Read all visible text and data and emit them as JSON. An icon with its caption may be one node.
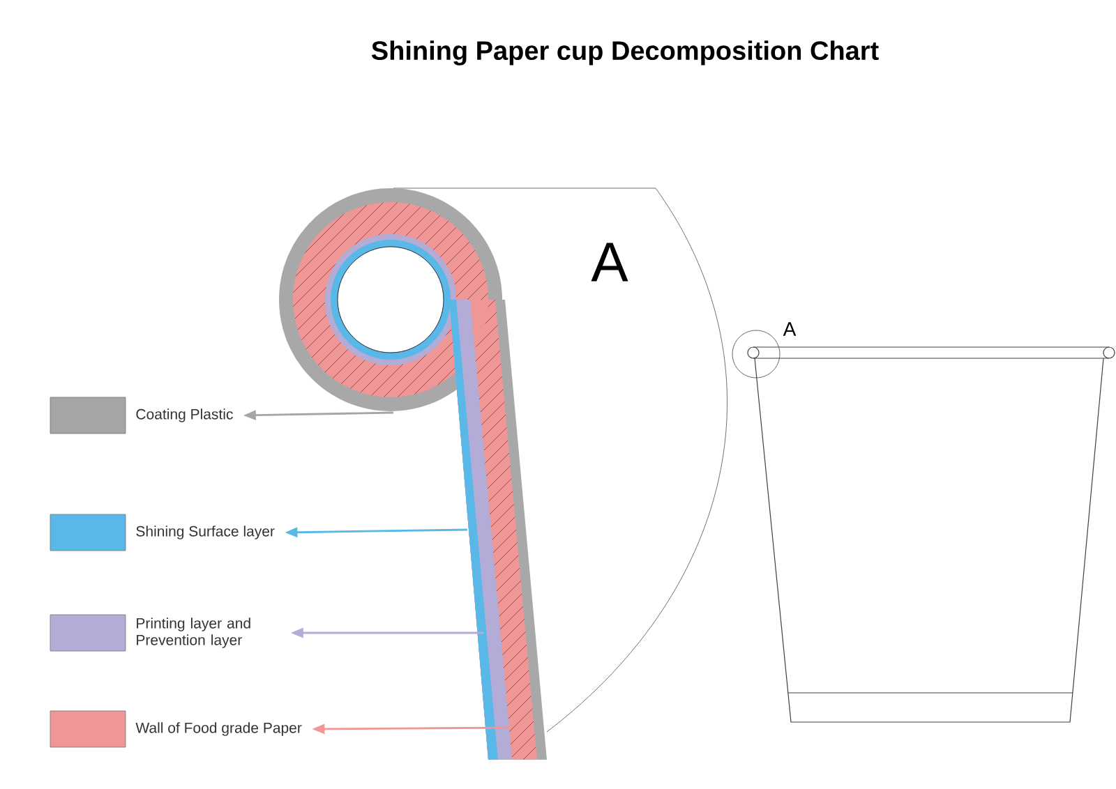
{
  "diagram": {
    "title": "Shining Paper cup Decomposition Chart",
    "nodes": [
      {
        "text": [
          "Coating Plastic"
        ]
      },
      {
        "text": [
          "Shining Surface layer"
        ]
      },
      {
        "text": [
          "Printing layer and Prevention layer"
        ]
      },
      {
        "text": [
          "Wall of Food grade Paper"
        ]
      }
    ],
    "edges": [
      {
        "from": null,
        "to": 0,
        "arrow": "to",
        "color": "#a5a5a5"
      },
      {
        "from": null,
        "to": 1,
        "arrow": "to",
        "color": "#5ab8e8"
      },
      {
        "from": null,
        "to": 2,
        "arrow": "to",
        "color": "#b3acd6"
      },
      {
        "from": null,
        "to": 3,
        "arrow": "to",
        "color": "#ef9696"
      }
    ],
    "labels": [
      "A",
      "A"
    ]
  }
}
